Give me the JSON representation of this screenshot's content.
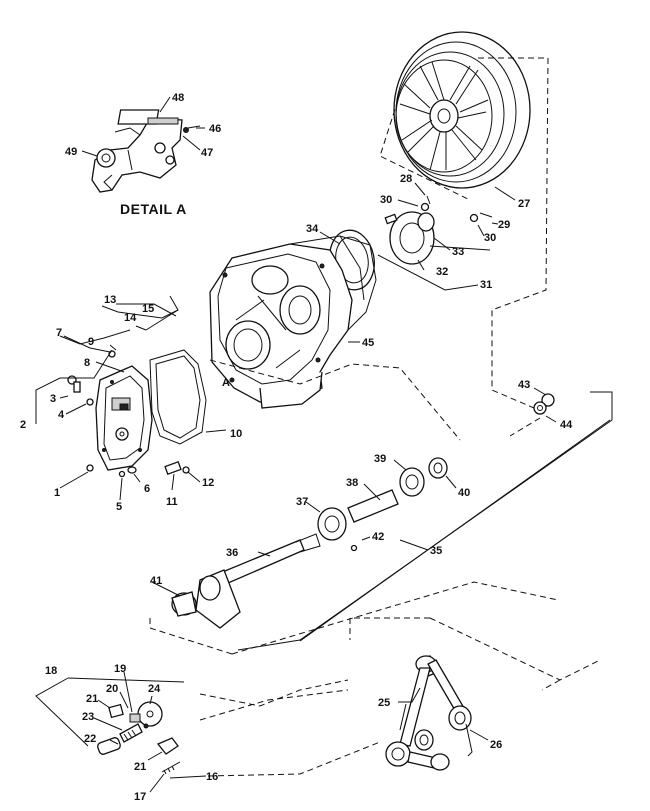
{
  "detail_title": "DETAIL A",
  "detail_marker": "A",
  "callouts": {
    "c1": "1",
    "c2": "2",
    "c3": "3",
    "c4": "4",
    "c5": "5",
    "c6": "6",
    "c7": "7",
    "c8": "8",
    "c9": "9",
    "c10": "10",
    "c11": "11",
    "c12": "12",
    "c13": "13",
    "c14": "14",
    "c15": "15",
    "c16": "16",
    "c17": "17",
    "c18": "18",
    "c19": "19",
    "c20": "20",
    "c21a": "21",
    "c21b": "21",
    "c22": "22",
    "c23": "23",
    "c24": "24",
    "c25": "25",
    "c26": "26",
    "c27": "27",
    "c28": "28",
    "c29": "29",
    "c30a": "30",
    "c30b": "30",
    "c31": "31",
    "c32": "32",
    "c33": "33",
    "c34": "34",
    "c35": "35",
    "c36": "36",
    "c37": "37",
    "c38": "38",
    "c39": "39",
    "c40": "40",
    "c41": "41",
    "c42": "42",
    "c43": "43",
    "c44": "44",
    "c45": "45",
    "c46": "46",
    "c47": "47",
    "c48": "48",
    "c49": "49"
  }
}
